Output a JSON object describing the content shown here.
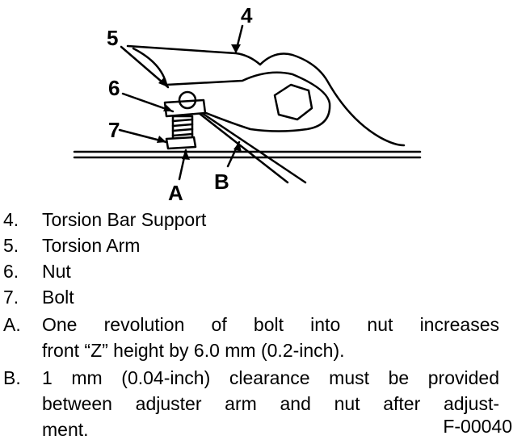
{
  "figure": {
    "callouts": {
      "c4": "4",
      "c5": "5",
      "c6": "6",
      "c7": "7",
      "cA": "A",
      "cB": "B"
    },
    "figure_number": "F-00040"
  },
  "legend": {
    "items": [
      {
        "key": "4.",
        "lines": [
          "Torsion Bar Support"
        ]
      },
      {
        "key": "5.",
        "lines": [
          "Torsion Arm"
        ]
      },
      {
        "key": "6.",
        "lines": [
          "Nut"
        ]
      },
      {
        "key": "7.",
        "lines": [
          "Bolt"
        ]
      },
      {
        "key": "A.",
        "lines": [
          "One revolution of bolt into nut increases",
          "front “Z” height by 6.0 mm (0.2-inch)."
        ]
      },
      {
        "key": "B.",
        "lines": [
          "1 mm (0.04-inch) clearance must be provided",
          "between adjuster arm and nut after adjust-",
          "ment."
        ]
      }
    ]
  }
}
